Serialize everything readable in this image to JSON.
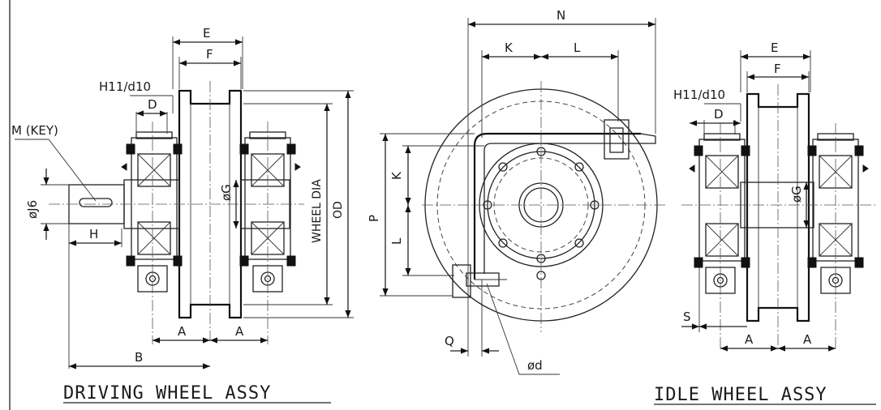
{
  "driving_assembly": {
    "title": "DRIVING WHEEL ASSY",
    "labels": {
      "E": "E",
      "F": "F",
      "tolerance": "H11/d10",
      "D": "D",
      "key": "M (KEY)",
      "shaft_dia": "øJ6",
      "H": "H",
      "bore": "øG",
      "wheel_dia": "WHEEL DIA",
      "od": "OD",
      "A_left": "A",
      "A_right": "A",
      "B": "B"
    }
  },
  "side_view": {
    "labels": {
      "N": "N",
      "K_top": "K",
      "L_top": "L",
      "P": "P",
      "K_side": "K",
      "L_side": "L",
      "Q": "Q",
      "d": "ød"
    }
  },
  "idle_assembly": {
    "title": "IDLE WHEEL ASSY",
    "labels": {
      "E": "E",
      "F": "F",
      "tolerance": "H11/d10",
      "D": "D",
      "bore": "øG",
      "S": "S",
      "A_left": "A",
      "A_right": "A"
    }
  }
}
